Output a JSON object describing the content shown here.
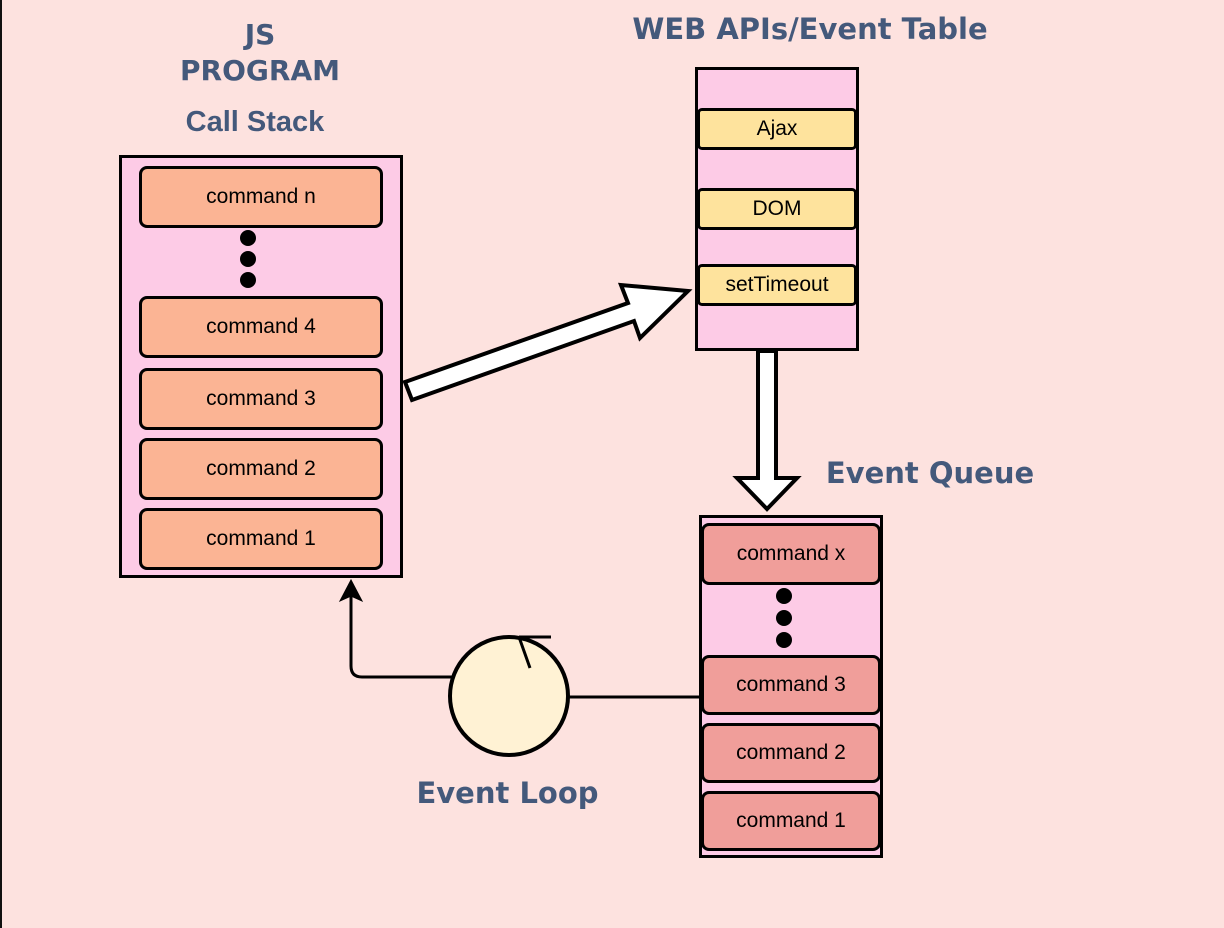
{
  "colors": {
    "background": "#fde2df",
    "title": "#44597b",
    "container": "#fdcbe6",
    "stack_item": "#fbb494",
    "api_item": "#fee39d",
    "queue_item": "#f09e9a",
    "event_loop": "#fff2d4"
  },
  "call_stack": {
    "title_line1": "JS",
    "title_line2": "PROGRAM",
    "subtitle": "Call Stack",
    "items": [
      {
        "label": "command n"
      },
      {
        "label": "command 4"
      },
      {
        "label": "command 3"
      },
      {
        "label": "command 2"
      },
      {
        "label": "command 1"
      }
    ]
  },
  "web_apis": {
    "title": "WEB APIs/Event Table",
    "items": [
      {
        "label": "Ajax"
      },
      {
        "label": "DOM"
      },
      {
        "label": "setTimeout"
      }
    ]
  },
  "event_queue": {
    "title": "Event Queue",
    "items": [
      {
        "label": "command x"
      },
      {
        "label": "command 3"
      },
      {
        "label": "command 2"
      },
      {
        "label": "command 1"
      }
    ]
  },
  "event_loop": {
    "title": "Event Loop"
  },
  "connectors": [
    {
      "from": "call-stack",
      "to": "web-apis",
      "style": "block-arrow"
    },
    {
      "from": "web-apis",
      "to": "event-queue",
      "style": "block-arrow"
    },
    {
      "from": "event-queue",
      "to": "event-loop",
      "style": "line"
    },
    {
      "from": "event-loop",
      "to": "call-stack",
      "style": "arrow"
    }
  ]
}
